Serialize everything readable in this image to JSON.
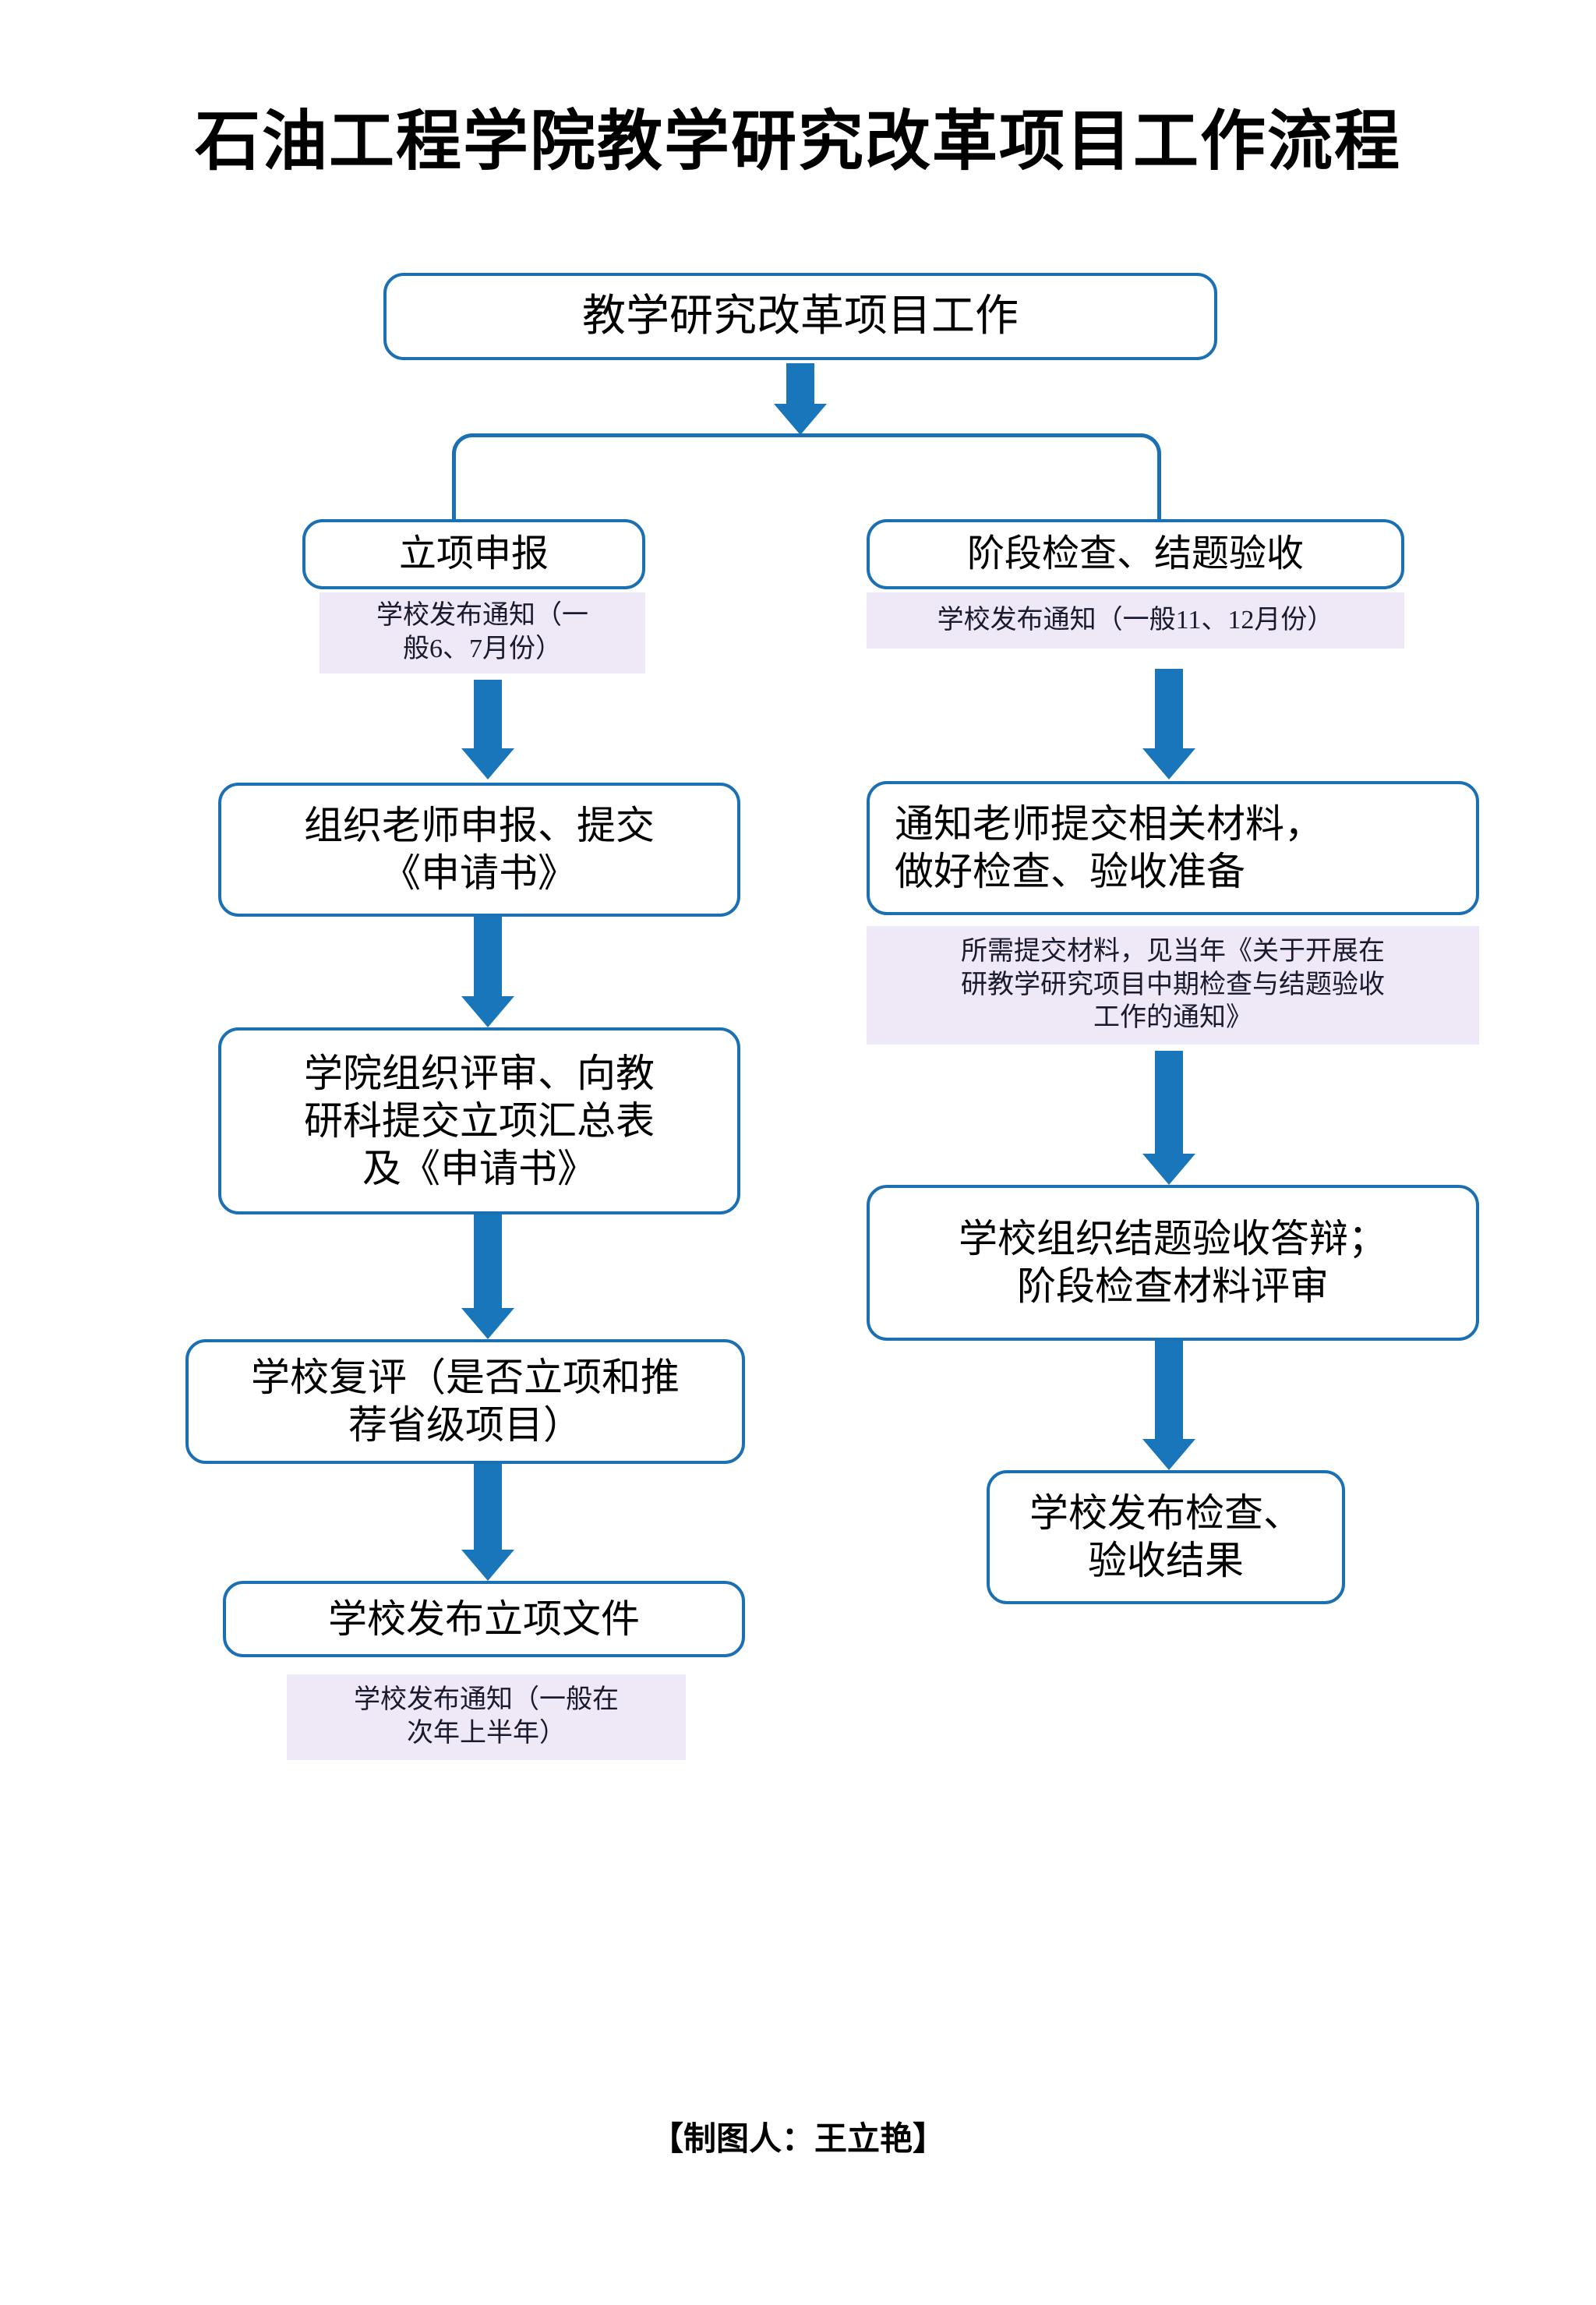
{
  "title": "石油工程学院教学研究改革项目工作流程",
  "footer": "【制图人：王立艳】",
  "colors": {
    "box_border": "#1B6FB3",
    "arrow": "#1976BB",
    "note_bg": "#EFE8F6",
    "text": "#000000"
  },
  "flow": {
    "root": {
      "label": "教学研究改革项目工作"
    },
    "branches": [
      {
        "name": "立项申报",
        "header": "立项申报",
        "header_note": "学校发布通知（一\n般6、7月份）",
        "steps": [
          {
            "label": "组织老师申报、提交\n《申请书》",
            "note": null
          },
          {
            "label": "学院组织评审、向教\n研科提交立项汇总表\n及《申请书》",
            "note": null
          },
          {
            "label": "学校复评（是否立项和推\n荐省级项目）",
            "note": null
          },
          {
            "label": "学校发布立项文件",
            "note": "学校发布通知（一般在\n次年上半年）"
          }
        ]
      },
      {
        "name": "阶段检查、结题验收",
        "header": "阶段检查、结题验收",
        "header_note": "学校发布通知（一般11、12月份）",
        "steps": [
          {
            "label": "通知老师提交相关材料，\n做好检查、验收准备",
            "note": "所需提交材料，见当年《关于开展在\n研教学研究项目中期检查与结题验收\n工作的通知》"
          },
          {
            "label": "学校组织结题验收答辩；\n阶段检查材料评审",
            "note": null
          },
          {
            "label": "学校发布检查、\n验收结果",
            "note": null
          }
        ]
      }
    ]
  }
}
